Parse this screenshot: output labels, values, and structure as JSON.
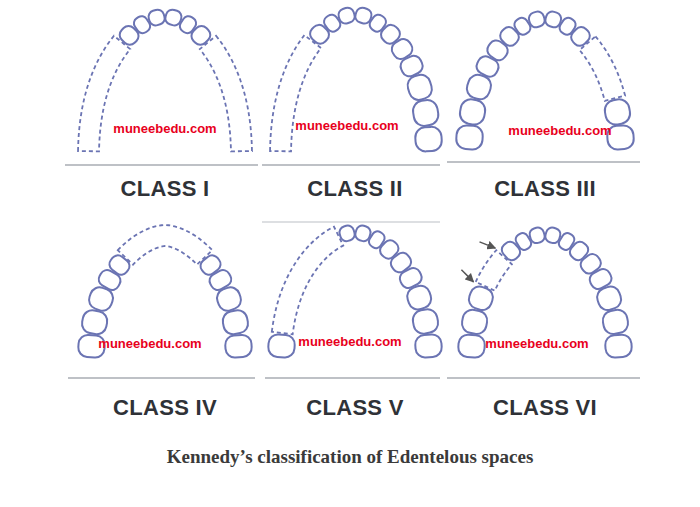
{
  "diagram": {
    "caption": "Kennedy’s classification of Edentelous spaces",
    "labels": [
      "CLASS I",
      "CLASS II",
      "CLASS III",
      "CLASS IV",
      "CLASS V",
      "CLASS VI",
      "muneebedu.com",
      "muneebedu.com",
      "muneebedu.com",
      "muneebedu.com",
      "muneebedu.com",
      "muneebedu.com"
    ]
  }
}
